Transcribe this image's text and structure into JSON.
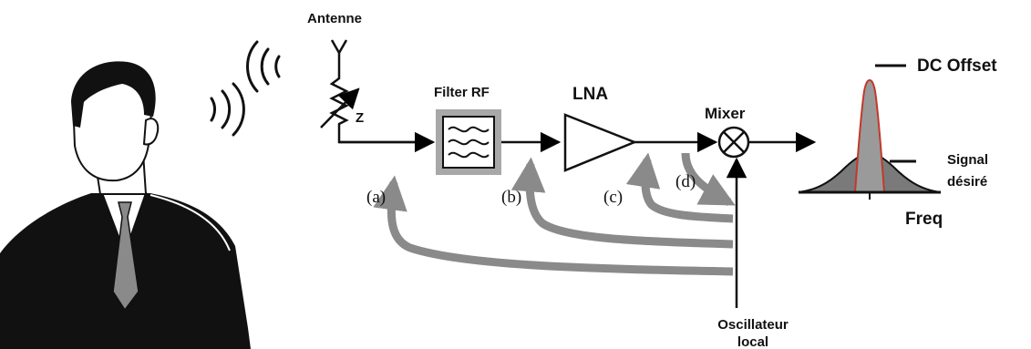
{
  "labels": {
    "antenna": "Antenne",
    "z": "Z",
    "filter": "Filter RF",
    "lna": "LNA",
    "mixer": "Mixer",
    "dc_offset": "DC Offset",
    "signal_line1": "Signal",
    "signal_line2": "désiré",
    "freq": "Freq",
    "osc_line1": "Oscillateur",
    "osc_line2": "local",
    "path_a": "(a)",
    "path_b": "(b)",
    "path_c": "(c)",
    "path_d": "(d)"
  },
  "colors": {
    "line": "#000000",
    "leakage_arrow": "#8a8a8a",
    "filter_fill": "#a8a8a8",
    "spectrum_fill": "#7a7a7a",
    "dc_peak_edge": "#c0392b"
  },
  "icons": [
    "person-icon",
    "radio-wave-icon",
    "antenna-icon",
    "variable-impedance-icon",
    "filter-icon",
    "amplifier-icon",
    "mixer-icon",
    "spectrum-icon"
  ]
}
